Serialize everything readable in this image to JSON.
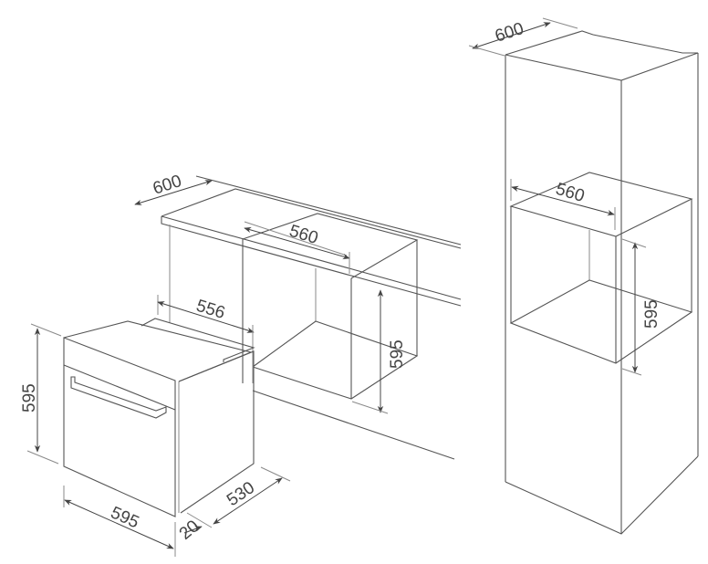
{
  "diagram": {
    "type": "built-in oven installation dimensions",
    "units": "mm",
    "oven": {
      "height_label": "595",
      "width_label": "595",
      "depth_label": "530",
      "door_thickness_label": "20",
      "body_width_label": "556"
    },
    "under_counter_cabinet": {
      "cabinet_depth_label": "600",
      "opening_width_label": "560",
      "opening_height_label": "595"
    },
    "tall_column_cabinet": {
      "cabinet_depth_label": "600",
      "opening_width_label": "560",
      "opening_height_label": "595"
    },
    "colors": {
      "line": "#555555",
      "dimension": "#444444",
      "background": "#ffffff"
    }
  }
}
